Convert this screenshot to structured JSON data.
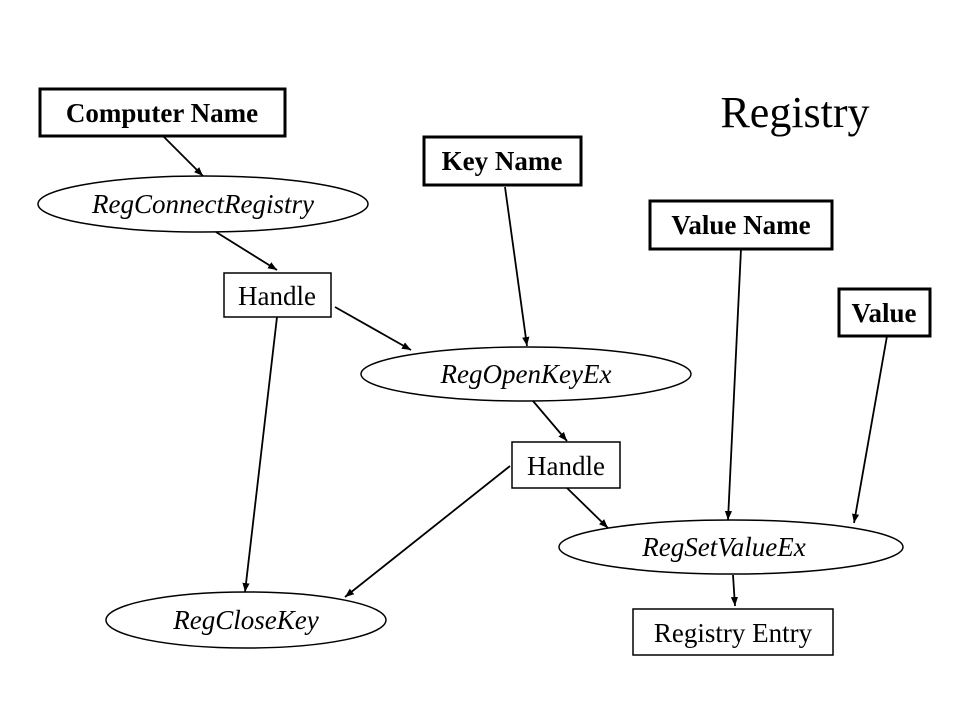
{
  "title": "Registry",
  "nodes": {
    "computer_name": "Computer Name",
    "key_name": "Key Name",
    "value_name": "Value Name",
    "value": "Value",
    "reg_connect_registry": "RegConnectRegistry",
    "handle_1": "Handle",
    "reg_open_key_ex": "RegOpenKeyEx",
    "handle_2": "Handle",
    "reg_set_value_ex": "RegSetValueEx",
    "reg_close_key": "RegCloseKey",
    "registry_entry": "Registry Entry"
  }
}
